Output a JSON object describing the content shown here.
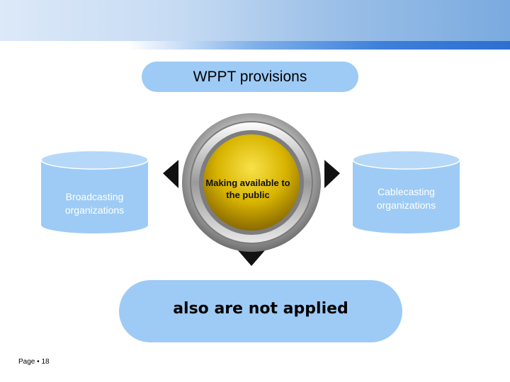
{
  "title": "WPPT provisions",
  "left_cylinder": {
    "label": "Broadcasting organizations"
  },
  "right_cylinder": {
    "label": "Cablecasting organizations"
  },
  "center": {
    "label": "Making available to the public"
  },
  "bottom": {
    "text": "also are not applied"
  },
  "footer": {
    "page_prefix": "Page",
    "page_number": "18"
  },
  "colors": {
    "cylinder": "#9ecbf5",
    "pill": "#9ecbf5",
    "gold": "#d8b400",
    "accent_blue": "#3d7fd9"
  }
}
